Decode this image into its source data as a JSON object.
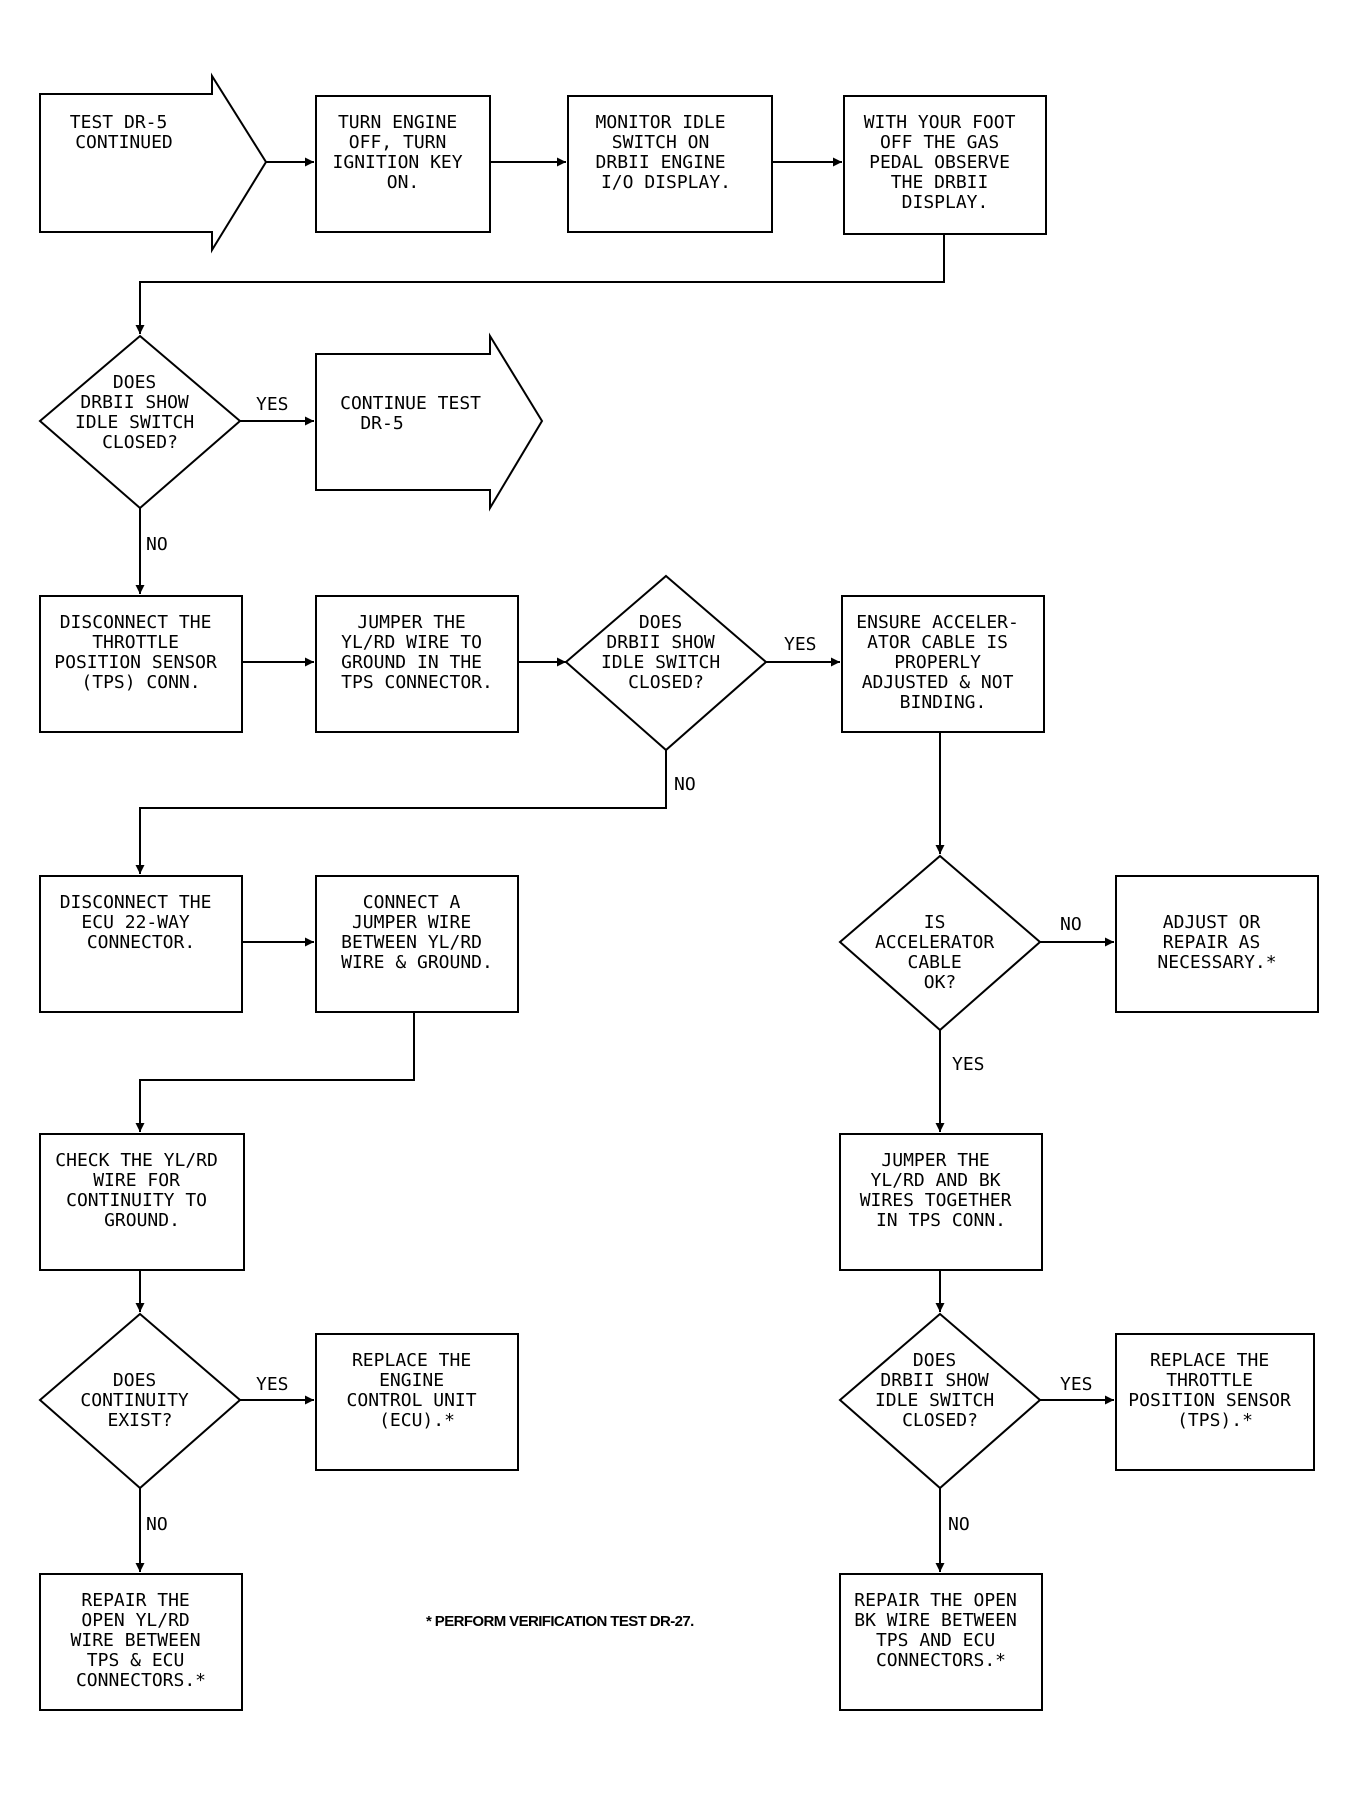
{
  "nodes": {
    "start": [
      "TEST DR-5",
      "CONTINUED"
    ],
    "turn_engine_off": [
      "TURN ENGINE",
      "OFF, TURN",
      "IGNITION KEY",
      "ON."
    ],
    "monitor_idle": [
      "MONITOR IDLE",
      "SWITCH ON",
      "DRBII ENGINE",
      "I/O DISPLAY."
    ],
    "foot_off": [
      "WITH YOUR FOOT",
      "OFF THE GAS",
      "PEDAL OBSERVE",
      "THE DRBII",
      "DISPLAY."
    ],
    "q_idle_closed_1": [
      "DOES",
      "DRBII SHOW",
      "IDLE SWITCH",
      "CLOSED?"
    ],
    "continue_test": [
      "CONTINUE TEST",
      "DR-5"
    ],
    "disconnect_tps": [
      "DISCONNECT THE",
      "THROTTLE",
      "POSITION SENSOR",
      "(TPS) CONN."
    ],
    "jumper_ylrd_ground": [
      "JUMPER THE",
      "YL/RD WIRE TO",
      "GROUND IN THE",
      "TPS CONNECTOR."
    ],
    "q_idle_closed_2": [
      "DOES",
      "DRBII SHOW",
      "IDLE SWITCH",
      "CLOSED?"
    ],
    "ensure_cable": [
      "ENSURE ACCELER-",
      "ATOR CABLE IS",
      "PROPERLY",
      "ADJUSTED & NOT",
      "BINDING."
    ],
    "disconnect_ecu": [
      "DISCONNECT THE",
      "ECU 22-WAY",
      "CONNECTOR."
    ],
    "connect_jumper": [
      "CONNECT A",
      "JUMPER WIRE",
      "BETWEEN YL/RD",
      "WIRE & GROUND."
    ],
    "q_cable_ok": [
      "IS",
      "ACCELERATOR",
      "CABLE",
      "OK?"
    ],
    "adjust_repair": [
      "ADJUST OR",
      "REPAIR AS",
      "NECESSARY.*"
    ],
    "check_continuity": [
      "CHECK THE YL/RD",
      "WIRE FOR",
      "CONTINUITY TO",
      "GROUND."
    ],
    "jumper_ylrd_bk": [
      "JUMPER THE",
      "YL/RD AND BK",
      "WIRES TOGETHER",
      "IN TPS CONN."
    ],
    "q_continuity": [
      "DOES",
      "CONTINUITY",
      "EXIST?"
    ],
    "replace_ecu": [
      "REPLACE THE",
      "ENGINE",
      "CONTROL UNIT",
      "(ECU).*"
    ],
    "q_idle_closed_3": [
      "DOES",
      "DRBII SHOW",
      "IDLE SWITCH",
      "CLOSED?"
    ],
    "replace_tps": [
      "REPLACE THE",
      "THROTTLE",
      "POSITION SENSOR",
      "(TPS).*"
    ],
    "repair_ylrd": [
      "REPAIR THE",
      "OPEN YL/RD",
      "WIRE BETWEEN",
      "TPS & ECU",
      "CONNECTORS.*"
    ],
    "repair_bk": [
      "REPAIR THE OPEN",
      "BK WIRE BETWEEN",
      "TPS AND ECU",
      "CONNECTORS.*"
    ]
  },
  "edge_labels": {
    "q1_yes": "YES",
    "q1_no": "NO",
    "q2_yes": "YES",
    "q2_no": "NO",
    "cable_no": "NO",
    "cable_yes": "YES",
    "continuity_yes": "YES",
    "continuity_no": "NO",
    "q3_yes": "YES",
    "q3_no": "NO"
  },
  "footnote": "* PERFORM VERIFICATION TEST DR-27."
}
